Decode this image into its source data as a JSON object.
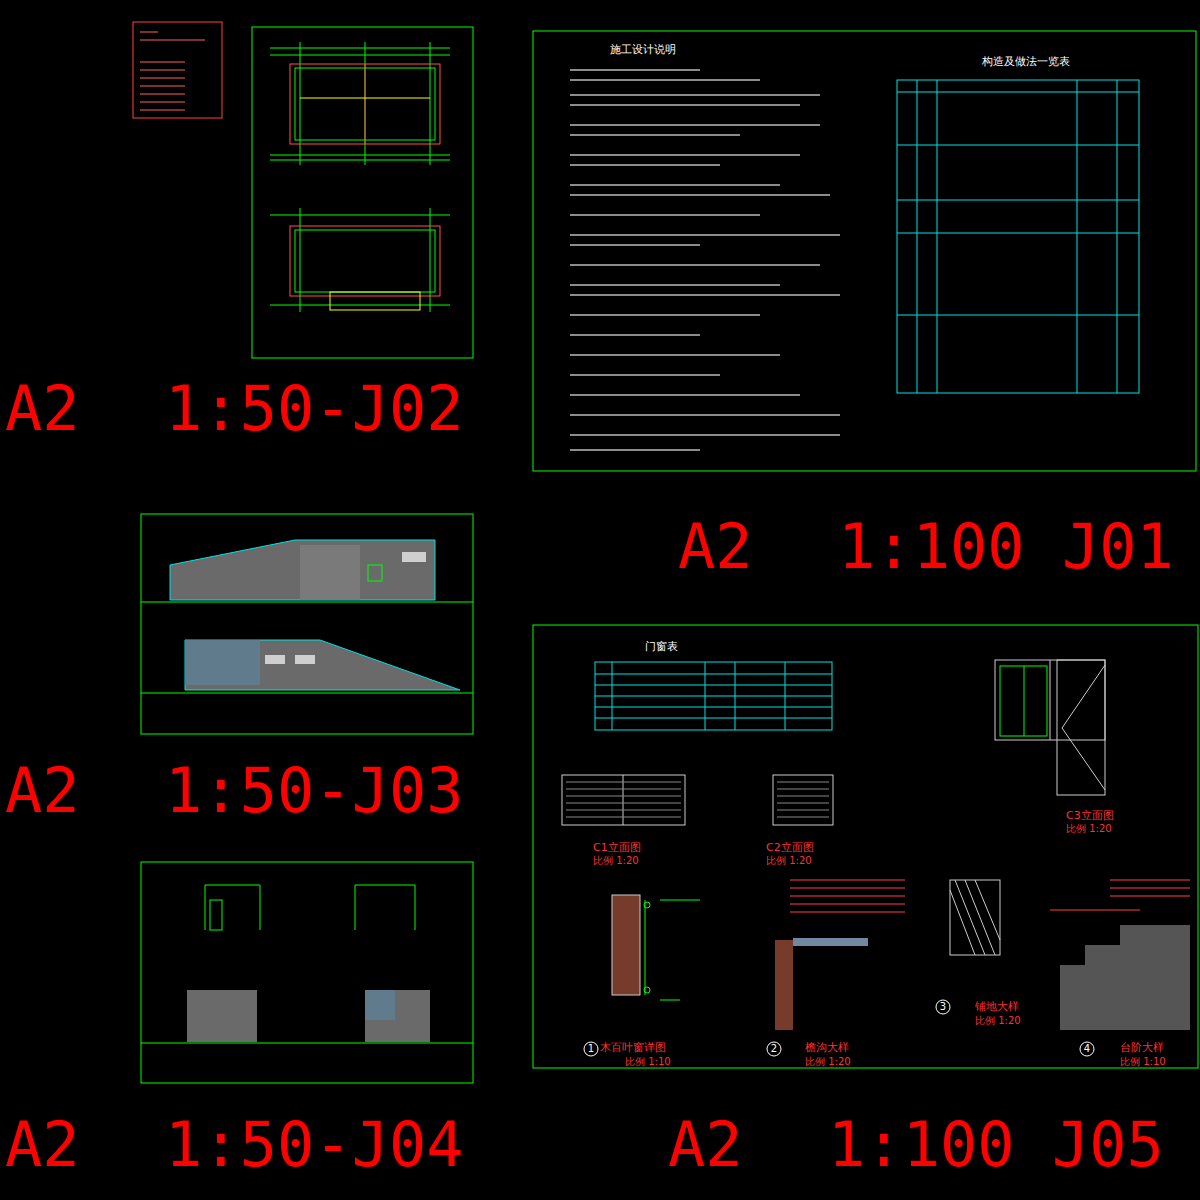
{
  "diagram": {
    "labels": [
      "A2",
      "1:50-J02",
      "施工设计说明",
      "构造及做法一览表",
      "A2",
      "1:100 J01",
      "A2",
      "1:50-J03",
      "门窗表",
      "C1立面图",
      "比例 1:20",
      "C2立面图",
      "比例 1:20",
      "C3立面图",
      "比例 1:20",
      "1",
      "木百叶窗详图",
      "比例 1:10",
      "2",
      "檐沟大样",
      "比例 1:20",
      "3",
      "铺地大样",
      "比例 1:20",
      "4",
      "台阶大样",
      "比例 1:10",
      "A2",
      "1:50-J04",
      "A2",
      "1:100 J05"
    ]
  }
}
